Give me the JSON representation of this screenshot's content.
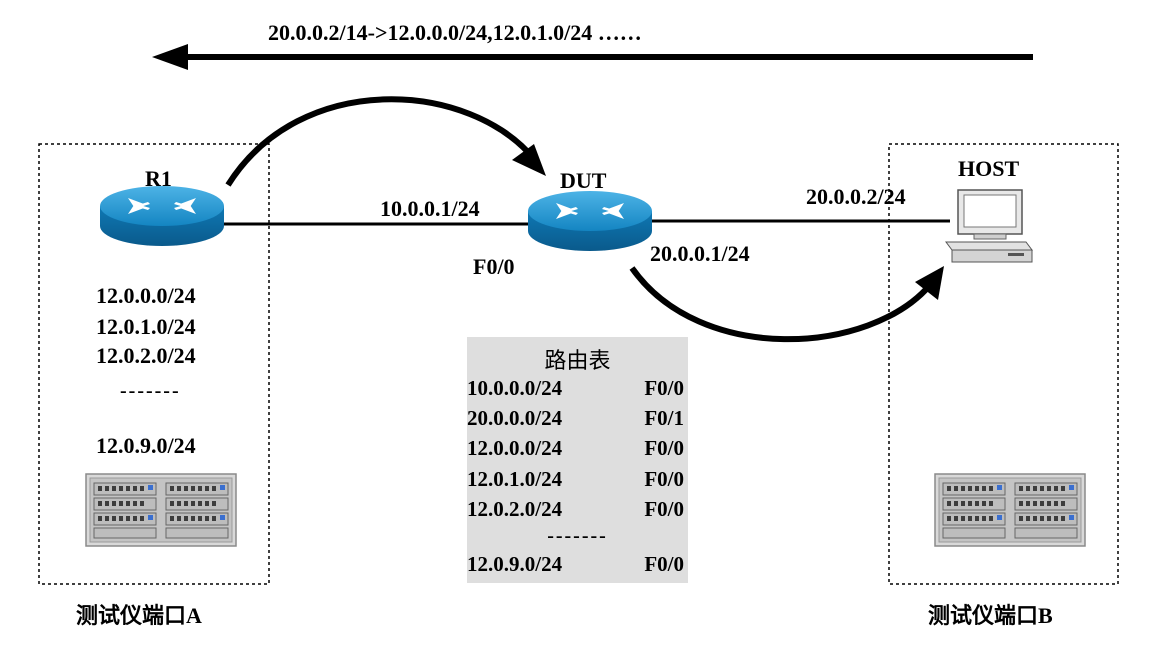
{
  "top_label": "20.0.0.2/14->12.0.0.0/24,12.0.1.0/24 ……",
  "r1": {
    "label": "R1",
    "prefixes": [
      "12.0.0.0/24",
      "12.0.1.0/24",
      "12.0.2.0/24"
    ],
    "ellipsis": "-------",
    "last_prefix": "12.0.9.0/24"
  },
  "dut": {
    "label": "DUT",
    "left_ip": "10.0.0.1/24",
    "left_iface": "F0/0",
    "right_ip": "20.0.0.1/24"
  },
  "host": {
    "label": "HOST",
    "ip": "20.0.0.2/24"
  },
  "route_table": {
    "title": "路由表",
    "rows": [
      {
        "net": "10.0.0.0/24",
        "iface": "F0/0"
      },
      {
        "net": "20.0.0.0/24",
        "iface": "F0/1"
      },
      {
        "net": "12.0.0.0/24",
        "iface": "F0/0"
      },
      {
        "net": "12.0.1.0/24",
        "iface": "F0/0"
      },
      {
        "net": "12.0.2.0/24",
        "iface": "F0/0"
      }
    ],
    "ellipsis": "-------",
    "last_row": {
      "net": "12.0.9.0/24",
      "iface": "F0/0"
    }
  },
  "tester_a": {
    "label": "测试仪端口A"
  },
  "tester_b": {
    "label": "测试仪端口B"
  },
  "colors": {
    "router_top": "#1a8fc8",
    "router_body": "#0e6fa8",
    "table_bg": "#dedede",
    "line": "#000000"
  }
}
